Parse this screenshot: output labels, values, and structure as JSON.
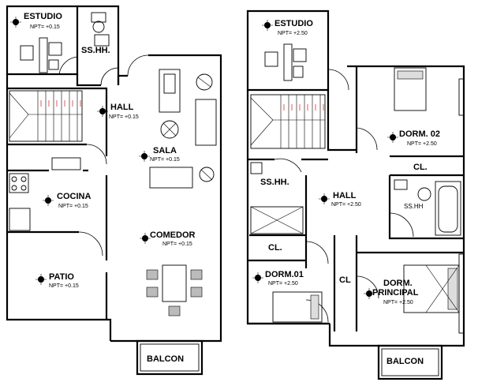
{
  "ground_floor": {
    "estudio": {
      "name": "ESTUDIO",
      "level": "NPT= +0.15"
    },
    "sshh": {
      "name": "SS.HH."
    },
    "hall": {
      "name": "HALL",
      "level": "NPT= +0.15"
    },
    "sala": {
      "name": "SALA",
      "level": "NPT= +0.15"
    },
    "cocina": {
      "name": "COCINA",
      "level": "NPT= +0.15"
    },
    "comedor": {
      "name": "COMEDOR",
      "level": "NPT= +0.15"
    },
    "patio": {
      "name": "PATIO",
      "level": "NPT= +0.15"
    },
    "balcon": {
      "name": "BALCON"
    }
  },
  "upper_floor": {
    "estudio": {
      "name": "ESTUDIO",
      "level": "NPT= +2.50"
    },
    "sshh": {
      "name": "SS.HH."
    },
    "hall": {
      "name": "HALL",
      "level": "NPT= +2.50"
    },
    "dorm2": {
      "name": "DORM. 02",
      "level": "NPT= +2.50"
    },
    "cl_top": {
      "name": "CL."
    },
    "sshh_bath": {
      "name": "SS.HH"
    },
    "cl_left": {
      "name": "CL."
    },
    "cl_mid": {
      "name": "CL"
    },
    "dorm1": {
      "name": "DORM.01",
      "level": "NPT= +2.50"
    },
    "dorm_principal": {
      "name": "DORM.",
      "name2": "PRINCIPAL",
      "level": "NPT= +2.50"
    },
    "balcon": {
      "name": "BALCON"
    }
  }
}
